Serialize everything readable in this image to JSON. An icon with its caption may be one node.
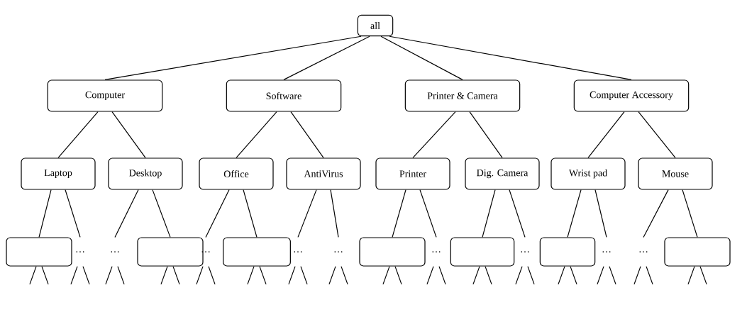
{
  "diagram": {
    "nodes": [
      {
        "text": [
          "all"
        ]
      },
      {
        "text": [
          "Computer"
        ]
      },
      {
        "text": [
          "Software"
        ]
      },
      {
        "text": [
          "Printer & Camera"
        ]
      },
      {
        "text": [
          "Computer Accessory"
        ]
      },
      {
        "text": [
          "Laptop"
        ]
      },
      {
        "text": [
          "Desktop"
        ]
      },
      {
        "text": [
          "Office"
        ]
      },
      {
        "text": [
          "AntiVirus"
        ]
      },
      {
        "text": [
          "Printer"
        ]
      },
      {
        "text": [
          "Dig. Camera"
        ]
      },
      {
        "text": [
          "Wrist pad"
        ]
      },
      {
        "text": [
          "Mouse"
        ]
      },
      {
        "text": [],
        "shape": "box"
      },
      {
        "text": [
          "…"
        ]
      },
      {
        "text": [
          "…"
        ]
      },
      {
        "text": [],
        "shape": "box"
      },
      {
        "text": [
          "…"
        ]
      },
      {
        "text": [],
        "shape": "box"
      },
      {
        "text": [
          "…"
        ]
      },
      {
        "text": [
          "…"
        ]
      },
      {
        "text": [],
        "shape": "box"
      },
      {
        "text": [
          "…"
        ]
      },
      {
        "text": [],
        "shape": "box"
      },
      {
        "text": [
          "…"
        ]
      },
      {
        "text": [],
        "shape": "box"
      },
      {
        "text": [
          "…"
        ]
      },
      {
        "text": [
          "…"
        ]
      },
      {
        "text": [],
        "shape": "box"
      }
    ],
    "edges": [
      {
        "from": 0,
        "to": 1,
        "arrow": "none"
      },
      {
        "from": 0,
        "to": 2,
        "arrow": "none"
      },
      {
        "from": 0,
        "to": 3,
        "arrow": "none"
      },
      {
        "from": 0,
        "to": 4,
        "arrow": "none"
      },
      {
        "from": 1,
        "to": 5,
        "arrow": "none"
      },
      {
        "from": 1,
        "to": 6,
        "arrow": "none"
      },
      {
        "from": 2,
        "to": 7,
        "arrow": "none"
      },
      {
        "from": 2,
        "to": 8,
        "arrow": "none"
      },
      {
        "from": 3,
        "to": 9,
        "arrow": "none"
      },
      {
        "from": 3,
        "to": 10,
        "arrow": "none"
      },
      {
        "from": 4,
        "to": 11,
        "arrow": "none"
      },
      {
        "from": 4,
        "to": 12,
        "arrow": "none"
      },
      {
        "from": 5,
        "to": 13,
        "arrow": "none"
      },
      {
        "from": 5,
        "to": 14,
        "arrow": "none"
      },
      {
        "from": 6,
        "to": 15,
        "arrow": "none"
      },
      {
        "from": 6,
        "to": 16,
        "arrow": "none"
      },
      {
        "from": 7,
        "to": 17,
        "arrow": "none"
      },
      {
        "from": 7,
        "to": 18,
        "arrow": "none"
      },
      {
        "from": 8,
        "to": 19,
        "arrow": "none"
      },
      {
        "from": 8,
        "to": 20,
        "arrow": "none"
      },
      {
        "from": 9,
        "to": 21,
        "arrow": "none"
      },
      {
        "from": 9,
        "to": 22,
        "arrow": "none"
      },
      {
        "from": 10,
        "to": 23,
        "arrow": "none"
      },
      {
        "from": 10,
        "to": 24,
        "arrow": "none"
      },
      {
        "from": 11,
        "to": 25,
        "arrow": "none"
      },
      {
        "from": 11,
        "to": 26,
        "arrow": "none"
      },
      {
        "from": 12,
        "to": 27,
        "arrow": "none"
      },
      {
        "from": 12,
        "to": 28,
        "arrow": "none"
      },
      {
        "from": 13,
        "to": null,
        "arrow": "none"
      },
      {
        "from": 13,
        "to": null,
        "arrow": "none"
      },
      {
        "from": 14,
        "to": null,
        "arrow": "none"
      },
      {
        "from": 14,
        "to": null,
        "arrow": "none"
      },
      {
        "from": 15,
        "to": null,
        "arrow": "none"
      },
      {
        "from": 15,
        "to": null,
        "arrow": "none"
      },
      {
        "from": 16,
        "to": null,
        "arrow": "none"
      },
      {
        "from": 16,
        "to": null,
        "arrow": "none"
      },
      {
        "from": 17,
        "to": null,
        "arrow": "none"
      },
      {
        "from": 17,
        "to": null,
        "arrow": "none"
      },
      {
        "from": 18,
        "to": null,
        "arrow": "none"
      },
      {
        "from": 18,
        "to": null,
        "arrow": "none"
      },
      {
        "from": 19,
        "to": null,
        "arrow": "none"
      },
      {
        "from": 19,
        "to": null,
        "arrow": "none"
      },
      {
        "from": 20,
        "to": null,
        "arrow": "none"
      },
      {
        "from": 20,
        "to": null,
        "arrow": "none"
      },
      {
        "from": 21,
        "to": null,
        "arrow": "none"
      },
      {
        "from": 21,
        "to": null,
        "arrow": "none"
      },
      {
        "from": 22,
        "to": null,
        "arrow": "none"
      },
      {
        "from": 22,
        "to": null,
        "arrow": "none"
      },
      {
        "from": 23,
        "to": null,
        "arrow": "none"
      },
      {
        "from": 23,
        "to": null,
        "arrow": "none"
      },
      {
        "from": 24,
        "to": null,
        "arrow": "none"
      },
      {
        "from": 24,
        "to": null,
        "arrow": "none"
      },
      {
        "from": 25,
        "to": null,
        "arrow": "none"
      },
      {
        "from": 25,
        "to": null,
        "arrow": "none"
      },
      {
        "from": 26,
        "to": null,
        "arrow": "none"
      },
      {
        "from": 26,
        "to": null,
        "arrow": "none"
      },
      {
        "from": 27,
        "to": null,
        "arrow": "none"
      },
      {
        "from": 27,
        "to": null,
        "arrow": "none"
      },
      {
        "from": 28,
        "to": null,
        "arrow": "none"
      },
      {
        "from": 28,
        "to": null,
        "arrow": "none"
      }
    ]
  }
}
